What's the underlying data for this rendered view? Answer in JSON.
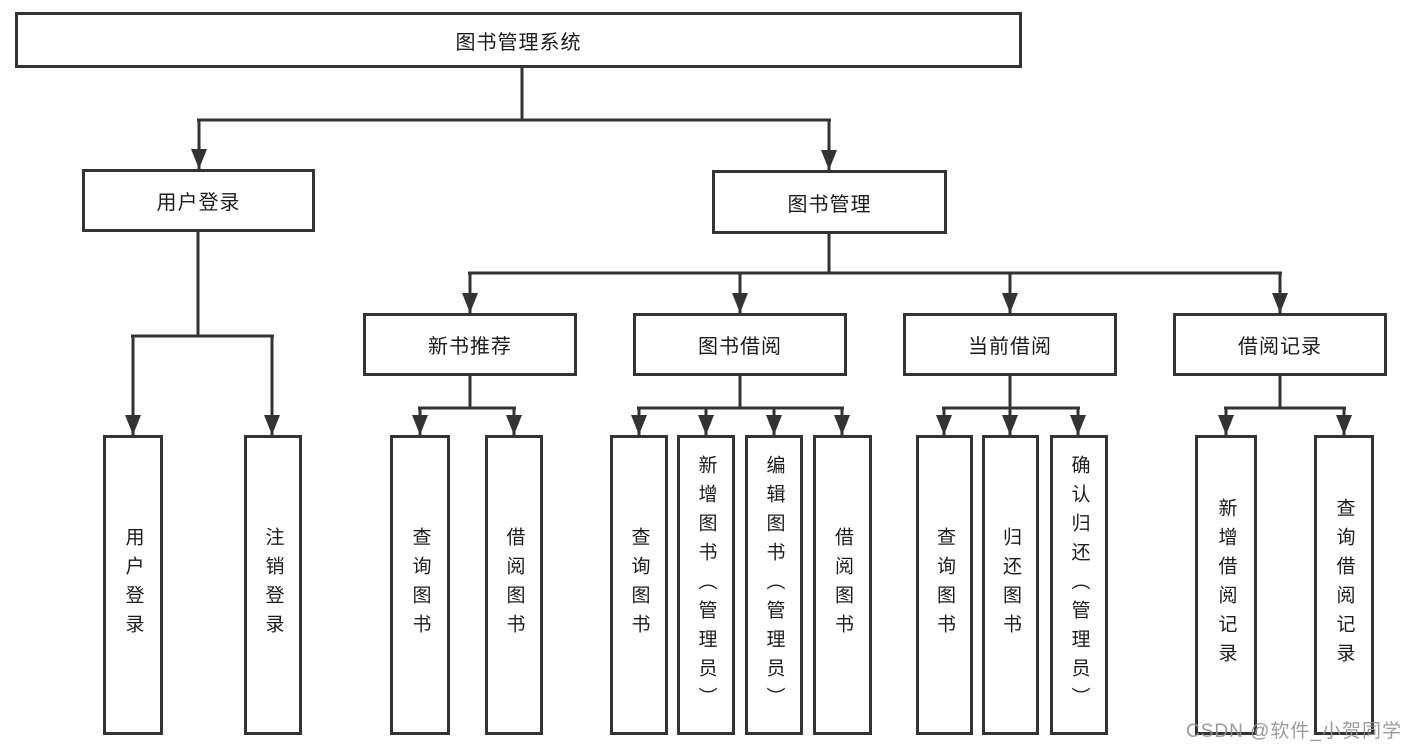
{
  "diagram": {
    "root": {
      "label": "图书管理系统",
      "children": [
        {
          "label": "用户登录",
          "children": [
            {
              "label": "用户登录"
            },
            {
              "label": "注销登录"
            }
          ]
        },
        {
          "label": "图书管理",
          "children": [
            {
              "label": "新书推荐",
              "children": [
                {
                  "label": "查询图书"
                },
                {
                  "label": "借阅图书"
                }
              ]
            },
            {
              "label": "图书借阅",
              "children": [
                {
                  "label": "查询图书"
                },
                {
                  "label": "新增图书（管理员）"
                },
                {
                  "label": "编辑图书（管理员）"
                },
                {
                  "label": "借阅图书"
                }
              ]
            },
            {
              "label": "当前借阅",
              "children": [
                {
                  "label": "查询图书"
                },
                {
                  "label": "归还图书"
                },
                {
                  "label": "确认归还（管理员）"
                }
              ]
            },
            {
              "label": "借阅记录",
              "children": [
                {
                  "label": "新增借阅记录"
                },
                {
                  "label": "查询借阅记录"
                }
              ]
            }
          ]
        }
      ]
    }
  },
  "watermark": {
    "text": "CSDN @软件_小贺同学"
  },
  "colors": {
    "line": "#333333",
    "text": "#1c1c1c",
    "watermark": "#919191",
    "background": "#ffffff"
  }
}
